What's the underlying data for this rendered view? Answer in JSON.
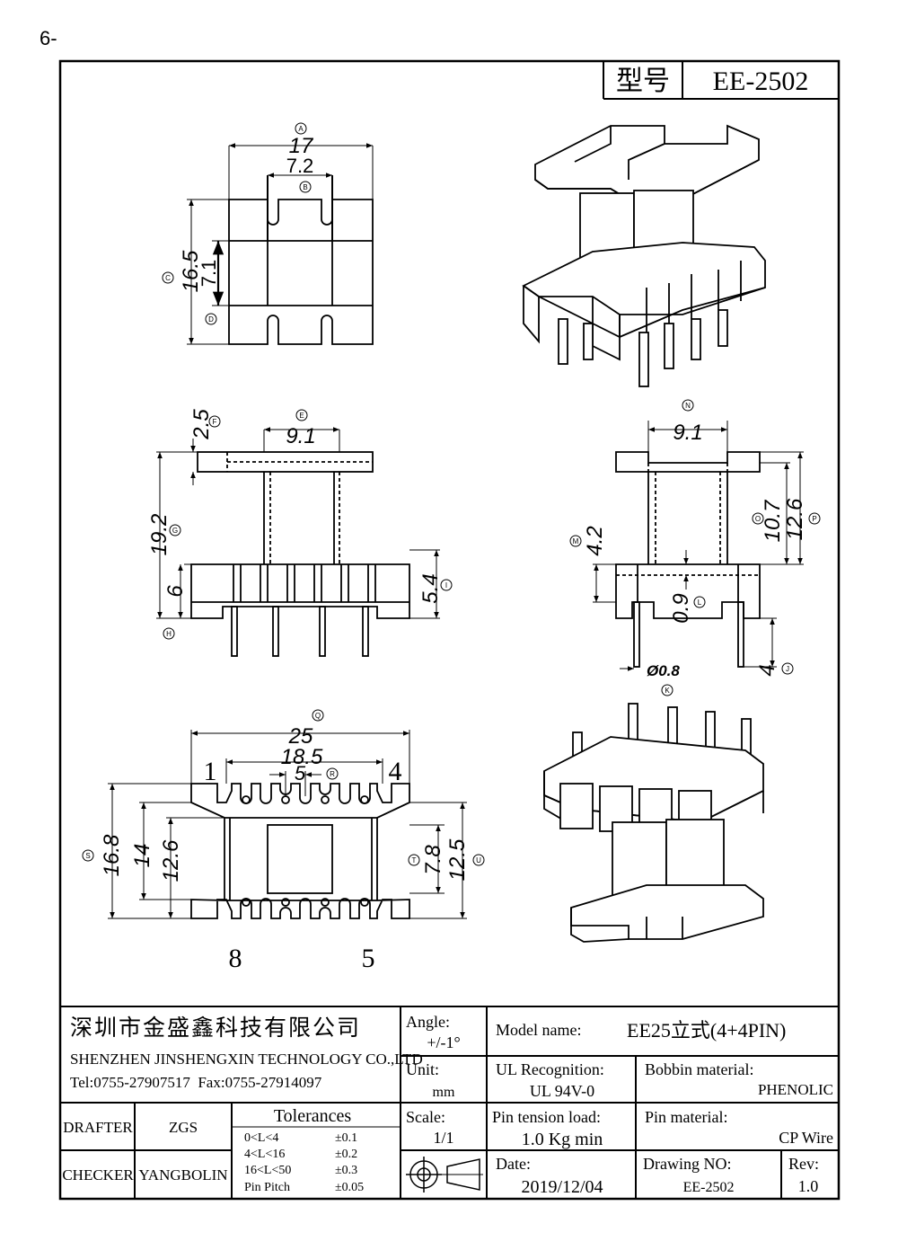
{
  "page_number": "6-",
  "header": {
    "model_label": "型号",
    "model_value": "EE-2502"
  },
  "dims": {
    "top_17": "17",
    "top_7_2": "7.2",
    "top_16_5": "16.5",
    "top_7_1": "7.1",
    "side_2_5": "2.5",
    "side_9_1": "9.1",
    "side_19_2": "19.2",
    "side_6": "6",
    "side_5_4": "5.4",
    "end_9_1": "9.1",
    "end_10_7": "10.7",
    "end_12_6": "12.6",
    "end_4_2": "4.2",
    "end_0_9": "0.9",
    "end_4": "4",
    "end_pin_dia": "Ø0.8",
    "bot_25": "25",
    "bot_18_5": "18.5",
    "bot_5": "5",
    "bot_16_8": "16.8",
    "bot_14": "14",
    "bot_12_6": "12.6",
    "bot_7_8": "7.8",
    "bot_12_5": "12.5",
    "pin_1": "1",
    "pin_4": "4",
    "pin_8": "8",
    "pin_5": "5"
  },
  "markers": {
    "A": "A",
    "B": "B",
    "C": "C",
    "D": "D",
    "E": "E",
    "F": "F",
    "G": "G",
    "H": "H",
    "I": "I",
    "J": "J",
    "K": "K",
    "L": "L",
    "M": "M",
    "N": "N",
    "O": "O",
    "P": "P",
    "Q": "Q",
    "R": "R",
    "S": "S",
    "T": "T",
    "U": "U"
  },
  "title_block": {
    "company_cn": "深圳市金盛鑫科技有限公司",
    "company_en": "SHENZHEN JINSHENGXIN TECHNOLOGY CO.,LTD",
    "tel_fax": "Tel:0755-27907517  Fax:0755-27914097",
    "drafter_label": "DRAFTER",
    "drafter_value": "ZGS",
    "checker_label": "CHECKER",
    "checker_value": "YANGBOLIN",
    "tolerances_title": "Tolerances",
    "tolerances": [
      {
        "range": "0<L<4",
        "value": "±0.1"
      },
      {
        "range": "4<L<16",
        "value": "±0.2"
      },
      {
        "range": "16<L<50",
        "value": "±0.3"
      },
      {
        "range": "Pin Pitch",
        "value": "±0.05"
      }
    ],
    "angle_label": "Angle:",
    "angle_value": "+/-1°",
    "unit_label": "Unit:",
    "unit_value": "mm",
    "scale_label": "Scale:",
    "scale_value": "1/1",
    "model_name_label": "Model name:",
    "model_name_value": "EE25立式(4+4PIN)",
    "ul_label": "UL Recognition:",
    "ul_value": "UL 94V-0",
    "bobbin_label": "Bobbin material:",
    "bobbin_value": "PHENOLIC",
    "pin_tension_label": "Pin tension load:",
    "pin_tension_value": "1.0 Kg min",
    "pin_material_label": "Pin material:",
    "pin_material_value": "CP Wire",
    "date_label": "Date:",
    "date_value": "2019/12/04",
    "drawing_no_label": "Drawing NO:",
    "drawing_no_value": "EE-2502",
    "rev_label": "Rev:",
    "rev_value": "1.0"
  }
}
